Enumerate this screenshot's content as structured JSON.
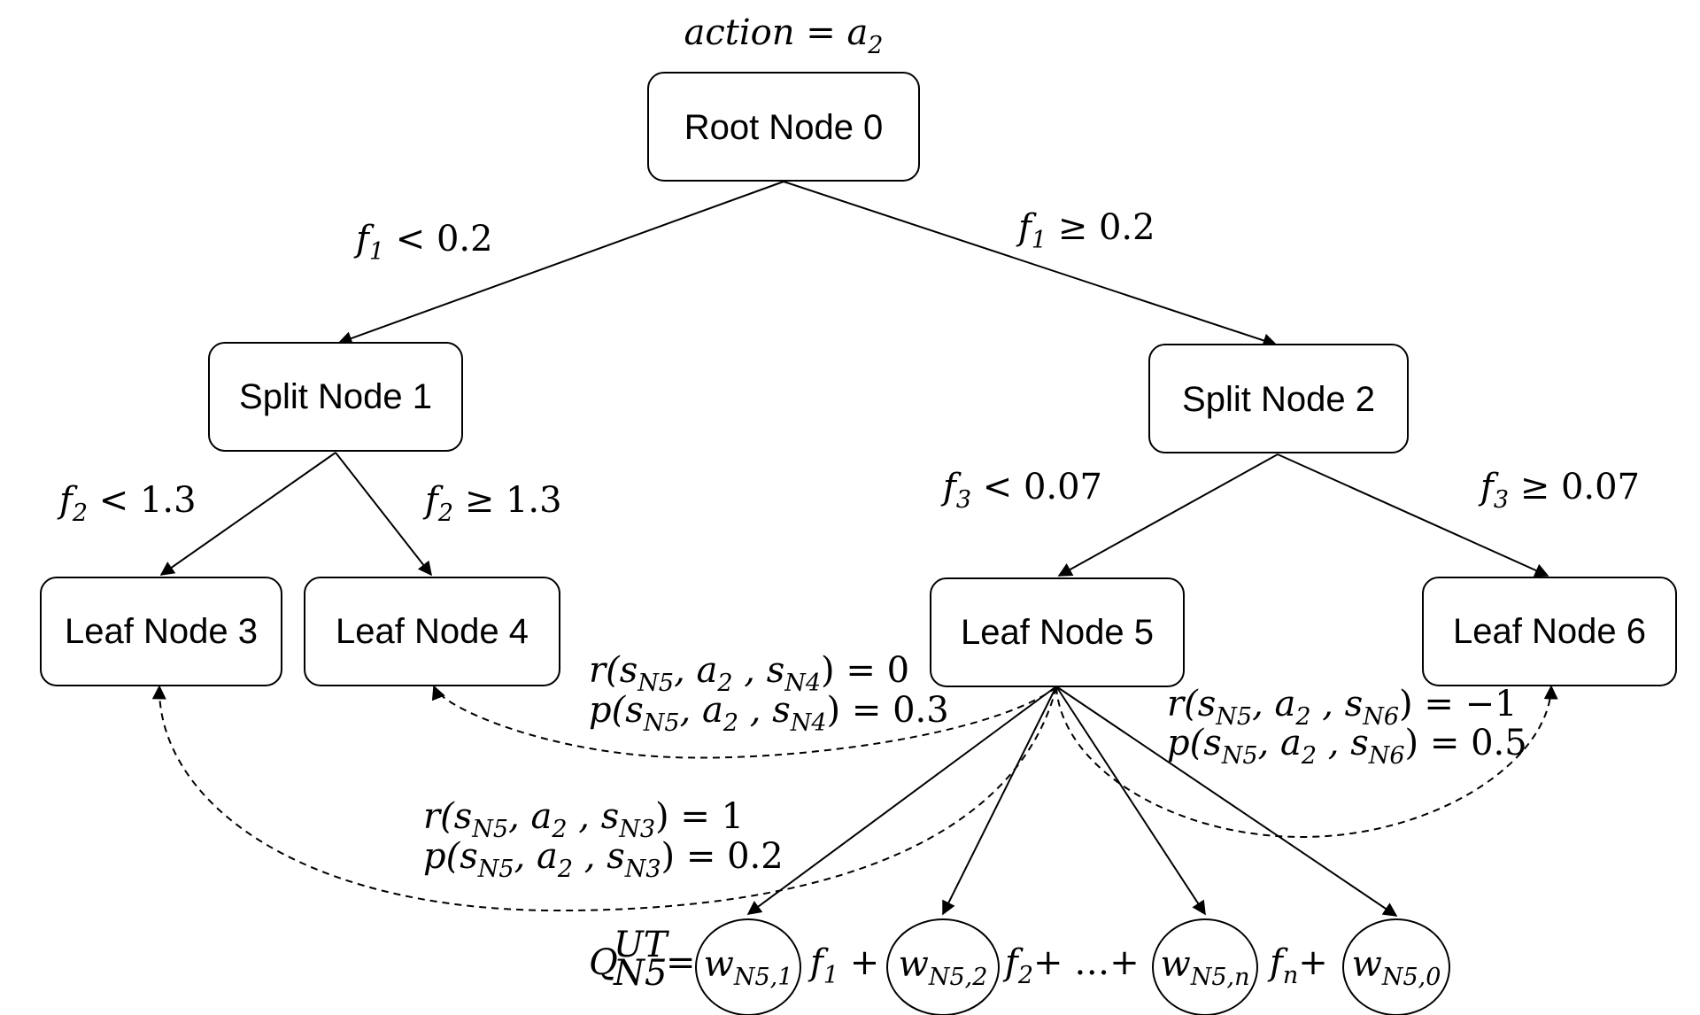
{
  "diagram": {
    "title": {
      "lhs": "action",
      "eq": " = ",
      "var": "a",
      "sub": "2"
    },
    "nodes": {
      "root": "Root Node 0",
      "split1": "Split Node 1",
      "split2": "Split Node 2",
      "leaf3": "Leaf Node 3",
      "leaf4": "Leaf Node 4",
      "leaf5": "Leaf Node 5",
      "leaf6": "Leaf Node 6"
    },
    "edges": {
      "root_left": {
        "var": "f",
        "sub": "1",
        "op": " < 0.2"
      },
      "root_right": {
        "var": "f",
        "sub": "1",
        "op": " ≥ 0.2"
      },
      "split1_left": {
        "var": "f",
        "sub": "2",
        "op": " < 1.3"
      },
      "split1_right": {
        "var": "f",
        "sub": "2",
        "op": " ≥ 1.3"
      },
      "split2_left": {
        "var": "f",
        "sub": "3",
        "op": " < 0.07"
      },
      "split2_right": {
        "var": "f",
        "sub": "3",
        "op": " ≥ 0.07"
      }
    },
    "transitions": {
      "to_n4": {
        "r_label": "r(s",
        "r_value": "0",
        "p_label": "p(s",
        "p_value": "0.3",
        "sub_from": "N5",
        "action": "a",
        "action_sub": "2",
        "sub_to": "N4"
      },
      "to_n6": {
        "r_label": "r(s",
        "r_value": "−1",
        "p_label": "p(s",
        "p_value": "0.5",
        "sub_from": "N5",
        "action": "a",
        "action_sub": "2",
        "sub_to": "N6"
      },
      "to_n3": {
        "r_label": "r(s",
        "r_value": "1",
        "p_label": "p(s",
        "p_value": "0.2",
        "sub_from": "N5",
        "action": "a",
        "action_sub": "2",
        "sub_to": "N3"
      }
    },
    "equation": {
      "lhs": "Q",
      "lhs_sup": "UT",
      "lhs_sub": "N5",
      "eq": "=",
      "weights": [
        {
          "var": "w",
          "sub": "N5,1"
        },
        {
          "var": "w",
          "sub": "N5,2"
        },
        {
          "var": "w",
          "sub": "N5,n"
        },
        {
          "var": "w",
          "sub": "N5,0"
        }
      ],
      "terms": [
        {
          "var": "f",
          "sub": "1",
          "op": " +"
        },
        {
          "var": "f",
          "sub": "2",
          "op": "+ …+"
        },
        {
          "var": "f",
          "sub": "n",
          "op": "+"
        }
      ]
    }
  }
}
